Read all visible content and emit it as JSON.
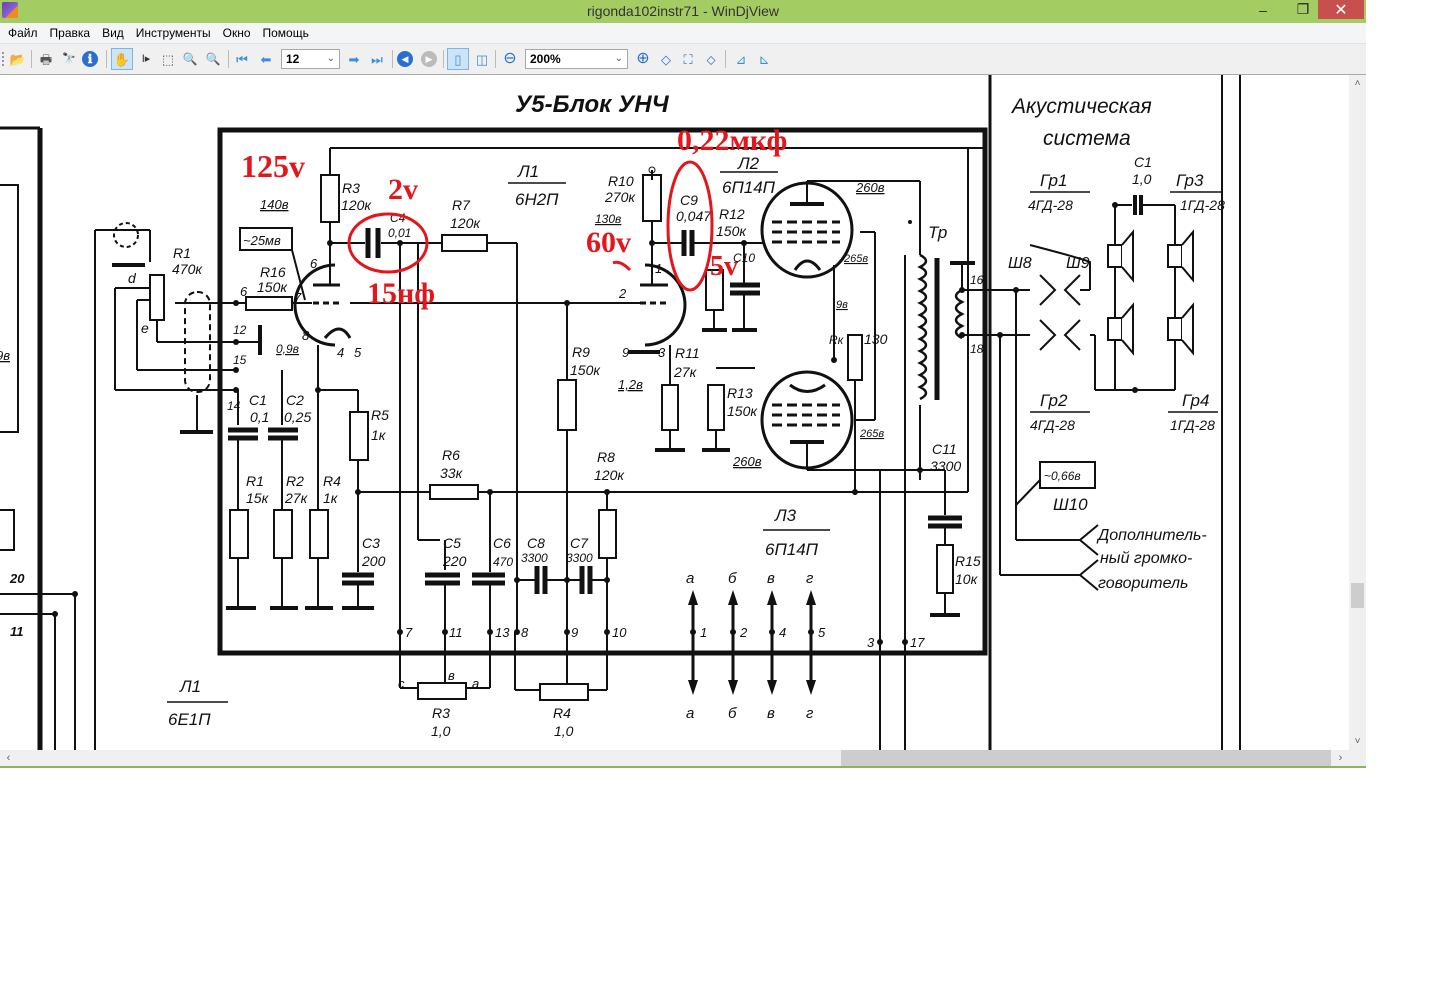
{
  "window": {
    "title": "rigonda102instr71 - WinDjView",
    "controls": {
      "minimize": "–",
      "maximize": "❐",
      "close": "✕"
    }
  },
  "menu": [
    "Файл",
    "Правка",
    "Вид",
    "Инструменты",
    "Окно",
    "Помощь"
  ],
  "toolbar": {
    "page_number": "12",
    "zoom_level": "200%",
    "icons": {
      "open": "📂",
      "print": "🖶",
      "find": "🔭",
      "info": "ℹ",
      "hand": "✋",
      "text_select": "I▸",
      "rect_select": "⬚",
      "zoom_rect": "🔍",
      "zoom_fit": "🔍",
      "first_page": "⏮",
      "prev_page": "⬅",
      "next_page": "➡",
      "last_page": "⏭",
      "back": "◀",
      "forward": "▶",
      "single_page": "▯",
      "two_pages": "◫",
      "zoom_out": "⊖",
      "zoom_in": "⊕",
      "fit_page": "◇",
      "actual_size": "⛶",
      "fit_width": "⬦",
      "rotate_left": "⊿",
      "rotate_right": "⊿"
    },
    "dropdown_arrow": "⌄"
  },
  "scrollbars": {
    "up": "˄",
    "down": "˅",
    "left": "‹",
    "right": "›"
  },
  "document": {
    "block_title": "У5-Блок УНЧ",
    "speaker_title_1": "Акустическая",
    "speaker_title_2": "система",
    "tubes": [
      {
        "id": "Л1",
        "type": "6Н2П"
      },
      {
        "id": "Л2",
        "type": "6П14П"
      },
      {
        "id": "Л3",
        "type": "6П14П"
      },
      {
        "id": "Л1",
        "type": "6Е1П"
      }
    ],
    "resistors": [
      {
        "id": "R1",
        "value": "470к"
      },
      {
        "id": "R16",
        "value": "150к"
      },
      {
        "id": "R3",
        "value": "120к"
      },
      {
        "id": "R7",
        "value": "120к"
      },
      {
        "id": "R10",
        "value": "270к"
      },
      {
        "id": "R12",
        "value": "150к"
      },
      {
        "id": "R9",
        "value": "150к"
      },
      {
        "id": "R11",
        "value": "27к"
      },
      {
        "id": "R13",
        "value": "150к"
      },
      {
        "id": "R5",
        "value": "1к"
      },
      {
        "id": "R6",
        "value": "33к"
      },
      {
        "id": "R8",
        "value": "120к"
      },
      {
        "id": "R1",
        "value": "15к"
      },
      {
        "id": "R2",
        "value": "27к"
      },
      {
        "id": "R4",
        "value": "1к"
      },
      {
        "id": "R15",
        "value": "10к"
      },
      {
        "id": "Rк",
        "value": "130"
      },
      {
        "id": "R3",
        "value": "1,0"
      },
      {
        "id": "R4",
        "value": "1,0"
      }
    ],
    "capacitors": [
      {
        "id": "C4",
        "value": "0,01"
      },
      {
        "id": "C9",
        "value": "0,047"
      },
      {
        "id": "C10",
        "value": ""
      },
      {
        "id": "C1",
        "value": "0,1"
      },
      {
        "id": "C2",
        "value": "0,25"
      },
      {
        "id": "C3",
        "value": "200"
      },
      {
        "id": "C5",
        "value": "220"
      },
      {
        "id": "C6",
        "value": "470"
      },
      {
        "id": "C8",
        "value": "3300"
      },
      {
        "id": "C7",
        "value": "3300"
      },
      {
        "id": "C11",
        "value": "3300"
      },
      {
        "id": "C1",
        "value": "1,0"
      }
    ],
    "voltages": [
      "140в",
      "~25мв",
      "0,9в",
      "130в",
      "1,2в",
      "260в",
      "265в",
      "265в",
      "260в",
      "9в",
      "~0,66в"
    ],
    "speakers": [
      {
        "id": "Гр1",
        "type": "4ГД-28"
      },
      {
        "id": "Гр2",
        "type": "4ГД-28"
      },
      {
        "id": "Гр3",
        "type": "1ГД-28"
      },
      {
        "id": "Гр4",
        "type": "1ГД-28"
      }
    ],
    "connectors": [
      "Ш8",
      "Ш9",
      "Ш10"
    ],
    "transformer": "Тр",
    "extra_speaker": [
      "Дополнитель-",
      "ный громко-",
      "говоритель"
    ],
    "pins": {
      "left_block": [
        "20",
        "11"
      ],
      "bottom": [
        "7",
        "11",
        "13",
        "8",
        "9",
        "10",
        "1",
        "2",
        "4",
        "5",
        "3",
        "17"
      ],
      "tube_pins": [
        "6",
        "7",
        "8",
        "4",
        "5",
        "1",
        "2",
        "9",
        "3",
        "12",
        "15",
        "14",
        "16",
        "18"
      ],
      "filament": [
        "а",
        "б",
        "в",
        "г"
      ],
      "pot_terminals": [
        "с",
        "в",
        "а",
        "d",
        "e"
      ]
    },
    "partial_left_text": "9в"
  },
  "annotations": [
    {
      "text": "125v"
    },
    {
      "text": "2v"
    },
    {
      "text": "15нф"
    },
    {
      "text": "0,22мкф"
    },
    {
      "text": "60v"
    },
    {
      "text": "5v"
    }
  ]
}
